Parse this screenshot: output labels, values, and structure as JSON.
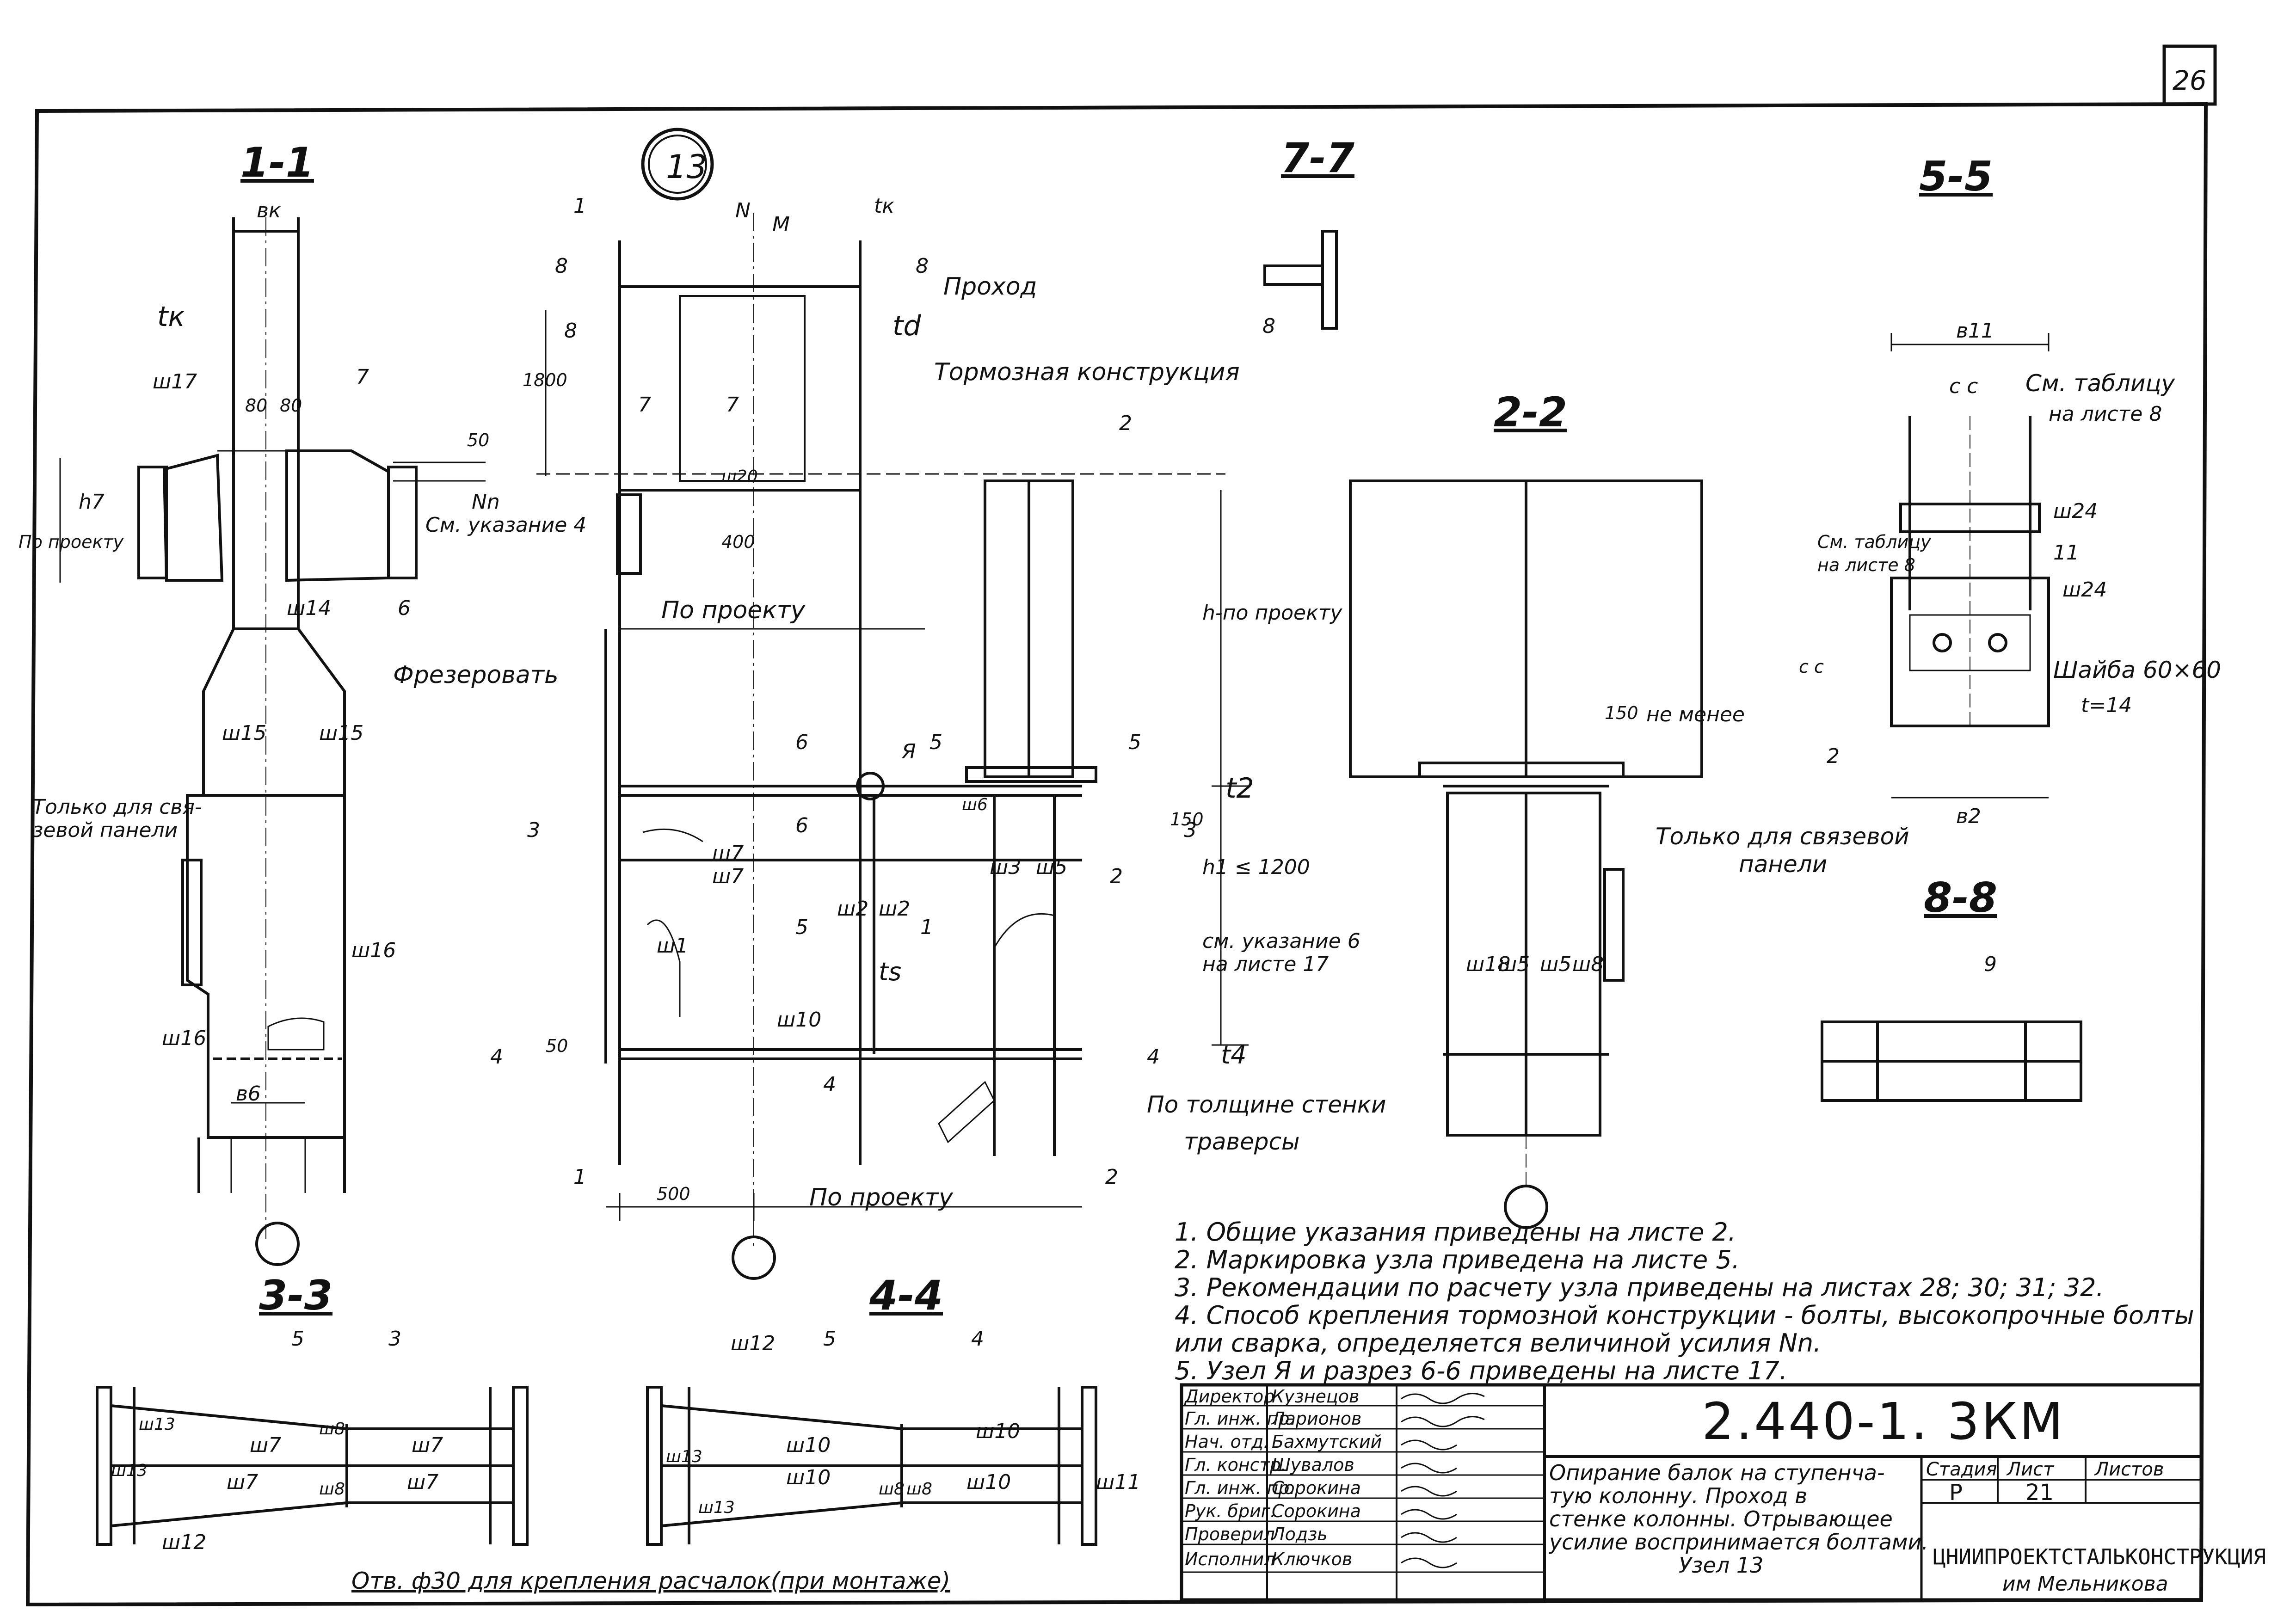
{
  "page_number": "26",
  "node_number": "13",
  "sections": {
    "s1": "1-1",
    "s7": "7-7",
    "s5": "5-5",
    "s2": "2-2",
    "s8": "8-8",
    "s3": "3-3",
    "s4": "4-4"
  },
  "labels": {
    "bk": "вк",
    "tk": "tк",
    "tk2": "tк",
    "td": "td",
    "ts": "ts",
    "t2": "t2",
    "t4": "t4",
    "sh17": "ш17",
    "d80a": "80",
    "d80b": "80",
    "n7": "7",
    "d50": "50",
    "h7": "h7",
    "po_proektu_v": "По проекту",
    "Nn": "Nn",
    "see4": "См. указание 4",
    "sh14": "ш14",
    "n6": "6",
    "frez": "Фрезеровать",
    "sh15a": "ш15",
    "sh15b": "ш15",
    "only_tie": "Только для свя-",
    "only_tie2": "зевой панели",
    "sh16a": "ш16",
    "sh16b": "ш16",
    "b6": "в6",
    "N": "N",
    "M": "M",
    "n1a": "1",
    "n8a": "8",
    "n8b": "8",
    "n8c": "8",
    "d1800": "1800",
    "prohod": "Проход",
    "tormoz": "Тормозная конструкция",
    "n7a": "7",
    "n7b": "7",
    "d400": "400",
    "po_proektu_h": "По проекту",
    "h_proj": "h-по проекту",
    "sh20": "ш20",
    "A": "Я",
    "n6a": "6",
    "n6b": "6",
    "n5a": "5",
    "n5b": "5",
    "n3a": "3",
    "n3b": "3",
    "sh6": "ш6",
    "sh7a": "ш7",
    "sh7b": "ш7",
    "sh1": "ш1",
    "sh2a": "ш2",
    "sh2b": "ш2",
    "sh3": "ш3",
    "sh5": "ш5",
    "d150": "150",
    "h1": "h1 ≤ 1200",
    "see6": "см. указание 6",
    "see6b": "на листе 17",
    "n5c": "5",
    "sh10": "ш10",
    "n4a": "4",
    "n4b": "4",
    "n4c": "4",
    "po_tolshine": "По толщине стенки",
    "traversy": "траверсы",
    "d500": "500",
    "po_proektu_b": "По проекту",
    "n1b": "1",
    "n2a": "2",
    "n2b": "2",
    "n2c": "2",
    "d150b": "150",
    "ne_menee": "не менее",
    "only_tie3": "Только для связевой",
    "panel": "панели",
    "sh18": "ш18",
    "sh5b": "ш5",
    "sh5c": "ш5",
    "sh8": "ш8",
    "b11": "в11",
    "cc": "c  c",
    "see_table": "См. таблицу",
    "na_liste8": "на листе 8",
    "see_table_v": "См. таблицу",
    "na_liste8_v": "на листе 8",
    "cc_v": "c  c",
    "sh24a": "ш24",
    "n11": "11",
    "sh24b": "ш24",
    "shaiba": "Шайба 60×60",
    "t14": "t=14",
    "n2d": "2",
    "b2": "в2",
    "n9": "9",
    "n5d": "5",
    "n3c": "3",
    "sh13a": "ш13",
    "sh13b": "ш13",
    "sh7c": "ш7",
    "sh7d": "ш7",
    "sh8a": "ш8",
    "sh8b": "ш8",
    "sh7e": "ш7",
    "sh7f": "ш7",
    "sh12a": "ш12",
    "sh12b": "ш12",
    "n5e": "5",
    "n4d": "4",
    "sh13c": "ш13",
    "sh13d": "ш13",
    "sh10a": "ш10",
    "sh10b": "ш10",
    "sh10c": "ш10",
    "sh10d": "ш10",
    "sh8c": "ш8",
    "sh8d": "ш8",
    "sh11": "ш11",
    "otv": "Отв. ф30 для крепления расчалок(при монтаже)"
  },
  "notes": [
    "1. Общие  указания   приведены  на листе 2.",
    "2. Маркировка  узла  приведена  на листе 5.",
    "3. Рекомендации по расчету узла приведены на листах 28; 30; 31; 32.",
    "4. Способ  крепления  тормозной  конструкции - болты, высокопрочные болты",
    "    или сварка, определяется  величиной  усилия Nn.",
    "5. Узел Я  и разрез 6-6 приведены  на листе 17."
  ],
  "title_block": {
    "code": "2.440-1. 3КМ",
    "roles": [
      "Директор",
      "Гл. инж. пр.",
      "Нач. отд.",
      "Гл. констр.",
      "Гл. инж. пр.",
      "Рук. бриг.",
      "Проверил",
      "Исполнил"
    ],
    "names": [
      "Кузнецов",
      "Ларионов",
      "Бахмутский",
      "Шувалов",
      "Сорокина",
      "Сорокина",
      "Лодзь",
      "Ключков"
    ],
    "title_lines": [
      "Опирание балок на ступенча-",
      "тую колонну. Проход в",
      "стенке колонны. Отрывающее",
      "усилие воспринимается болтами.",
      "Узел 13"
    ],
    "stage_label": "Стадия",
    "sheet_label": "Лист",
    "sheets_label": "Листов",
    "stage": "Р",
    "sheet": "21",
    "sheets": "",
    "org": "ЦНИИПРОЕКТСТАЛЬКОНСТРУКЦИЯ",
    "org2": "им Мельникова"
  }
}
